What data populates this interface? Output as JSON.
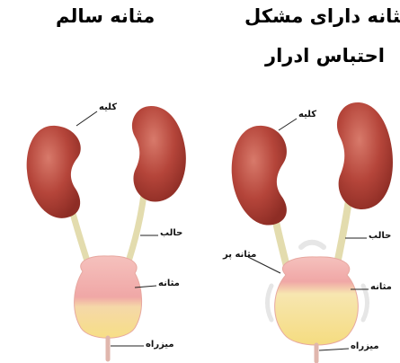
{
  "titles": {
    "healthy": "مثانه سالم",
    "problem_line1": "مثانه دارای مشکل",
    "problem_line2": "احتباس ادرار"
  },
  "labels": {
    "left": {
      "kidney": "کلیه",
      "ureter": "حالب",
      "bladder": "مثانه",
      "urethra": "میزراه"
    },
    "right": {
      "kidney": "کلیه",
      "ureter": "حالب",
      "bladder": "مثانه",
      "full_bladder": "مثانه پر",
      "urethra": "میزراه"
    }
  },
  "colors": {
    "kidney": "#b5453a",
    "kidney_dark": "#8e2d25",
    "ureter": "#e3dcae",
    "bladder_top": "#f0a7a6",
    "urine": "#f7df86",
    "urethra": "#e0b6ad"
  }
}
